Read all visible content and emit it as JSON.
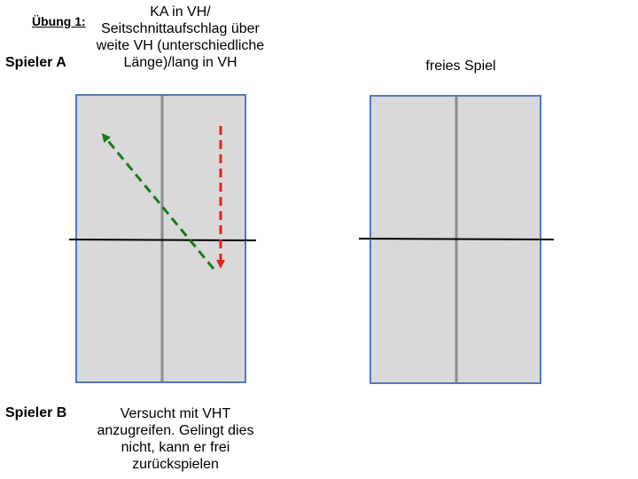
{
  "exercise": {
    "label": "Übung 1:"
  },
  "player_a": {
    "label": "Spieler A",
    "task": "KA in VH/ Seitschnittaufschlag über weite VH (unterschiedliche Länge)/lang in VH"
  },
  "player_b": {
    "label": "Spieler B",
    "task": "Versucht mit VHT anzugreifen. Gelingt dies nicht, kann er frei zurückspielen"
  },
  "free_play": {
    "label": "freies Spiel"
  },
  "colors": {
    "court_fill": "#d9d9d9",
    "court_border": "#4f7ac3",
    "center_line": "#8c8c8c",
    "net": "#000000",
    "serve_arrow": "#e8201c",
    "return_arrow": "#1a7a1a"
  },
  "icons": {
    "serve_arrow": "dashed-arrow-down-icon",
    "return_arrow": "dashed-arrow-up-left-icon"
  }
}
